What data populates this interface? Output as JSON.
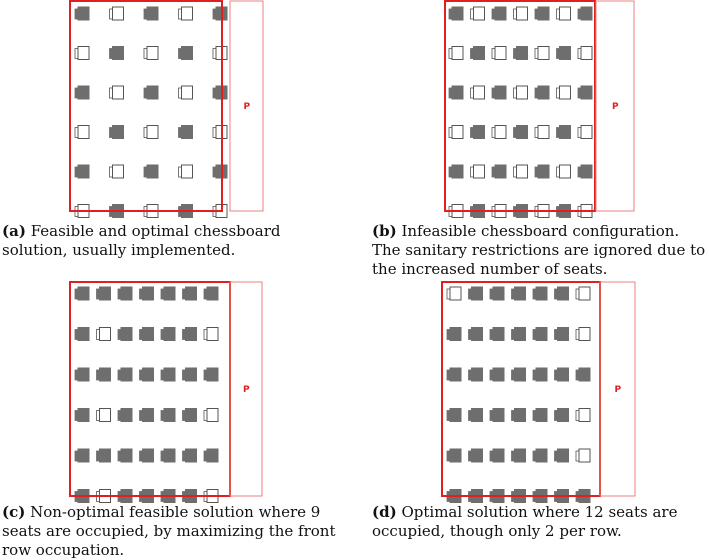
{
  "colors": {
    "border": "#e02020",
    "occupied": "#6e6e6e",
    "empty_stroke": "#555555",
    "podium_stroke": "#e88080",
    "podium_text": "#e02020"
  },
  "podium_label": "P",
  "panels": [
    {
      "id": "a",
      "label": "(a)",
      "caption": "Feasible and optimal chessboard solution, usually implemented.",
      "rows": 6,
      "cols": 5,
      "occupied": [
        [
          1,
          0,
          1,
          0,
          1
        ],
        [
          0,
          1,
          0,
          1,
          0
        ],
        [
          1,
          0,
          1,
          0,
          1
        ],
        [
          0,
          1,
          0,
          1,
          0
        ],
        [
          1,
          0,
          1,
          0,
          1
        ],
        [
          0,
          1,
          0,
          1,
          0
        ]
      ]
    },
    {
      "id": "b",
      "label": "(b)",
      "caption": "Infeasible chessboard configuration. The sanitary restrictions are ignored due to the increased number of seats.",
      "rows": 6,
      "cols": 7,
      "occupied": [
        [
          1,
          0,
          1,
          0,
          1,
          0,
          1
        ],
        [
          0,
          1,
          0,
          1,
          0,
          1,
          0
        ],
        [
          1,
          0,
          1,
          0,
          1,
          0,
          1
        ],
        [
          0,
          1,
          0,
          1,
          0,
          1,
          0
        ],
        [
          1,
          0,
          1,
          0,
          1,
          0,
          1
        ],
        [
          0,
          1,
          0,
          1,
          0,
          1,
          0
        ]
      ]
    },
    {
      "id": "c",
      "label": "(c)",
      "caption": "Non-optimal feasible solution where 9 seats are occupied, by maximizing the front row occupation.",
      "rows": 6,
      "cols": 7,
      "occupied": [
        [
          1,
          1,
          1,
          1,
          1,
          1,
          1
        ],
        [
          1,
          0,
          1,
          1,
          1,
          1,
          0
        ],
        [
          1,
          1,
          1,
          1,
          1,
          1,
          1
        ],
        [
          1,
          0,
          1,
          1,
          1,
          1,
          0
        ],
        [
          1,
          1,
          1,
          1,
          1,
          1,
          1
        ],
        [
          1,
          0,
          1,
          1,
          1,
          1,
          0
        ]
      ]
    },
    {
      "id": "d",
      "label": "(d)",
      "caption": "Optimal solution where 12 seats are occupied, though only 2 per row.",
      "rows": 6,
      "cols": 7,
      "occupied": [
        [
          0,
          1,
          1,
          1,
          1,
          1,
          0
        ],
        [
          1,
          1,
          1,
          1,
          1,
          1,
          0
        ],
        [
          1,
          1,
          1,
          1,
          1,
          1,
          1
        ],
        [
          1,
          1,
          1,
          1,
          1,
          1,
          0
        ],
        [
          1,
          1,
          1,
          1,
          1,
          1,
          0
        ],
        [
          1,
          1,
          1,
          1,
          1,
          1,
          1
        ]
      ]
    }
  ]
}
